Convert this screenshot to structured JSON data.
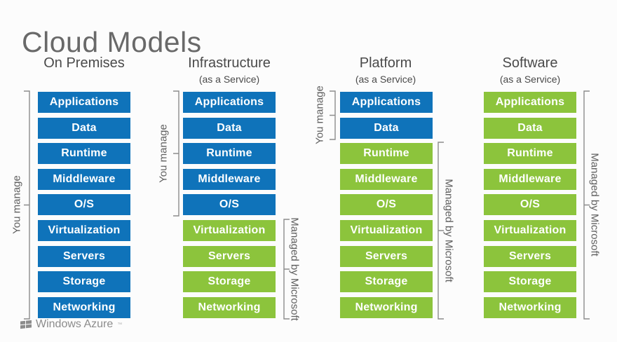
{
  "title": "Cloud Models",
  "colors": {
    "you_manage_blue": "#0f73ba",
    "managed_green": "#8cc43c",
    "bracket_gray": "#8c8c8c",
    "heading_gray": "#4a4a4a",
    "title_gray": "#696969"
  },
  "columns": [
    {
      "title": "On Premises",
      "subtitle": "",
      "you_manage": "You manage",
      "managed_by": "",
      "layers": [
        {
          "label": "Applications",
          "color": "blue"
        },
        {
          "label": "Data",
          "color": "blue"
        },
        {
          "label": "Runtime",
          "color": "blue"
        },
        {
          "label": "Middleware",
          "color": "blue"
        },
        {
          "label": "O/S",
          "color": "blue"
        },
        {
          "label": "Virtualization",
          "color": "blue"
        },
        {
          "label": "Servers",
          "color": "blue"
        },
        {
          "label": "Storage",
          "color": "blue"
        },
        {
          "label": "Networking",
          "color": "blue"
        }
      ]
    },
    {
      "title": "Infrastructure",
      "subtitle": "(as a Service)",
      "you_manage": "You manage",
      "managed_by": "Managed by Microsoft",
      "layers": [
        {
          "label": "Applications",
          "color": "blue"
        },
        {
          "label": "Data",
          "color": "blue"
        },
        {
          "label": "Runtime",
          "color": "blue"
        },
        {
          "label": "Middleware",
          "color": "blue"
        },
        {
          "label": "O/S",
          "color": "blue"
        },
        {
          "label": "Virtualization",
          "color": "green"
        },
        {
          "label": "Servers",
          "color": "green"
        },
        {
          "label": "Storage",
          "color": "green"
        },
        {
          "label": "Networking",
          "color": "green"
        }
      ]
    },
    {
      "title": "Platform",
      "subtitle": "(as a Service)",
      "you_manage": "You manage",
      "managed_by": "Managed by Microsoft",
      "layers": [
        {
          "label": "Applications",
          "color": "blue"
        },
        {
          "label": "Data",
          "color": "blue"
        },
        {
          "label": "Runtime",
          "color": "green"
        },
        {
          "label": "Middleware",
          "color": "green"
        },
        {
          "label": "O/S",
          "color": "green"
        },
        {
          "label": "Virtualization",
          "color": "green"
        },
        {
          "label": "Servers",
          "color": "green"
        },
        {
          "label": "Storage",
          "color": "green"
        },
        {
          "label": "Networking",
          "color": "green"
        }
      ]
    },
    {
      "title": "Software",
      "subtitle": "(as a Service)",
      "you_manage": "",
      "managed_by": "Managed by Microsoft",
      "layers": [
        {
          "label": "Applications",
          "color": "green"
        },
        {
          "label": "Data",
          "color": "green"
        },
        {
          "label": "Runtime",
          "color": "green"
        },
        {
          "label": "Middleware",
          "color": "green"
        },
        {
          "label": "O/S",
          "color": "green"
        },
        {
          "label": "Virtualization",
          "color": "green"
        },
        {
          "label": "Servers",
          "color": "green"
        },
        {
          "label": "Storage",
          "color": "green"
        },
        {
          "label": "Networking",
          "color": "green"
        }
      ]
    }
  ],
  "footer": {
    "brand": "Windows Azure",
    "trademark": "™"
  }
}
